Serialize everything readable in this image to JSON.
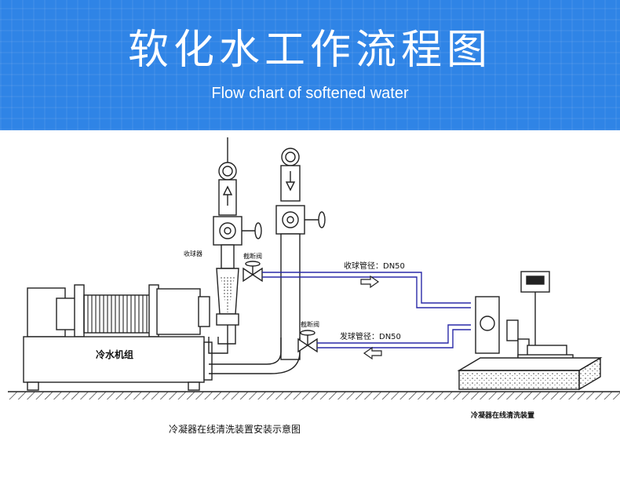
{
  "header": {
    "title": "软化水工作流程图",
    "subtitle": "Flow chart of softened water"
  },
  "diagram": {
    "labels": {
      "collector": "收球器",
      "valve_a": "截断阀",
      "collect_pipe": "收球管径：DN50",
      "valve_b": "截断阀",
      "launch_pipe": "发球管径：DN50",
      "chiller": "冷水机组",
      "device": "冷凝器在线清洗装置",
      "caption": "冷凝器在线清洗装置安装示意图"
    }
  },
  "colors": {
    "banner": "#2f84e6",
    "pipe_blue": "#2a2aa8",
    "line": "#222222"
  }
}
